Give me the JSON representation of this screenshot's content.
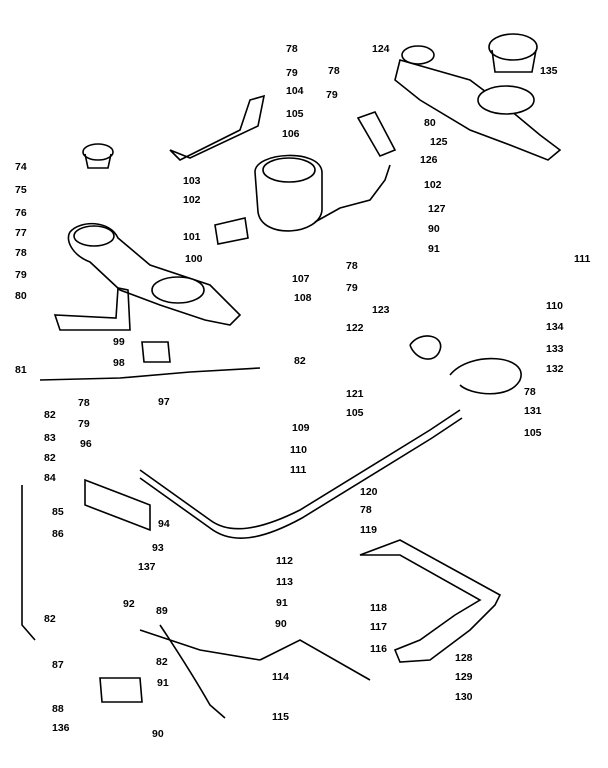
{
  "diagram": {
    "labels": [
      "78",
      "79",
      "104",
      "105",
      "124",
      "135",
      "78",
      "79",
      "80",
      "125",
      "106",
      "126",
      "102",
      "74",
      "75",
      "103",
      "76",
      "102",
      "101",
      "127",
      "77",
      "90",
      "91",
      "78",
      "79",
      "111",
      "110",
      "134",
      "133",
      "132",
      "78",
      "79",
      "100",
      "80",
      "107",
      "108",
      "123",
      "122",
      "99",
      "98",
      "97",
      "81",
      "82",
      "121",
      "109",
      "105",
      "78",
      "131",
      "105",
      "82",
      "78",
      "79",
      "96",
      "83",
      "82",
      "84",
      "110",
      "111",
      "120",
      "78",
      "119",
      "85",
      "86",
      "94",
      "93",
      "137",
      "112",
      "113",
      "91",
      "92",
      "89",
      "90",
      "118",
      "117",
      "82",
      "82",
      "116",
      "128",
      "129",
      "130",
      "87",
      "91",
      "88",
      "136",
      "90",
      "115",
      "114"
    ]
  }
}
